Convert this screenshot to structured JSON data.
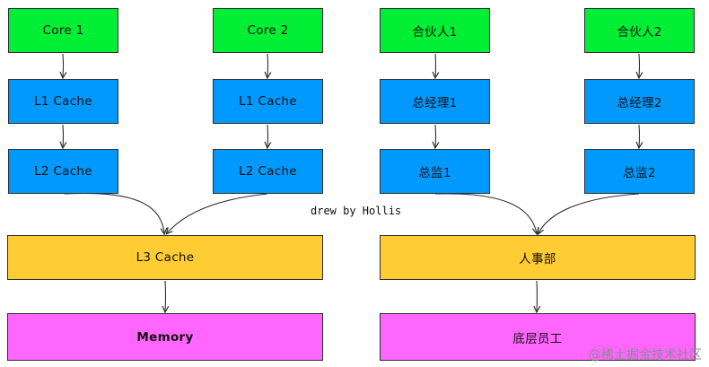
{
  "left_group": {
    "core1": "Core 1",
    "core2": "Core 2",
    "l1_cache_a": "L1 Cache",
    "l1_cache_b": "L1 Cache",
    "l2_cache_a": "L2 Cache",
    "l2_cache_b": "L2 Cache",
    "l3_cache": "L3 Cache",
    "memory": "Memory"
  },
  "right_group": {
    "partner1": "合伙人1",
    "partner2": "合伙人2",
    "gm1": "总经理1",
    "gm2": "总经理2",
    "director1": "总监1",
    "director2": "总监2",
    "hr": "人事部",
    "staff": "底层员工"
  },
  "signature": "drew by Hollis",
  "watermark": "@稀土掘金技术社区",
  "colors": {
    "core": "#00ee33",
    "cache": "#0099ff",
    "shared": "#ffcc33",
    "memory": "#ff66ff"
  }
}
